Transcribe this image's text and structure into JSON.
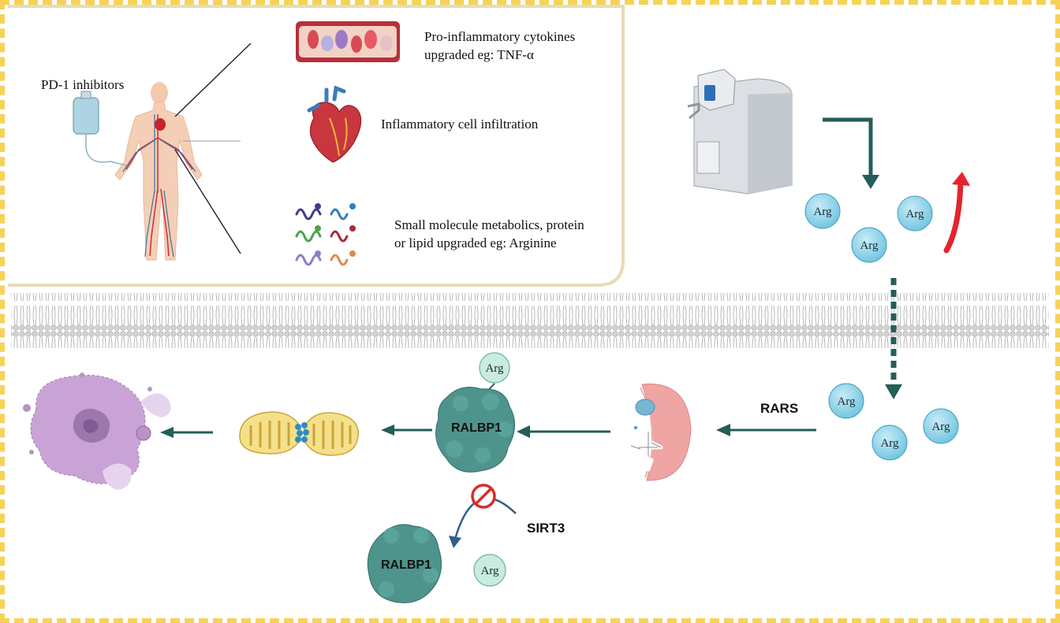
{
  "panel": {
    "pd1_label": "PD-1 inhibitors",
    "cytokines_line1": "Pro-inflammatory cytokines",
    "cytokines_line2": "upgraded eg: TNF-α",
    "infiltration_label": "Inflammatory cell infiltration",
    "metabolics_line1": "Small molecule metabolics, protein",
    "metabolics_line2": "or lipid upgraded eg: Arginine"
  },
  "arg_label": "Arg",
  "enzyme_label": "RARS",
  "protein_label": "RALBP1",
  "sirt3_label": "SIRT3",
  "colors": {
    "border": "#f7d256",
    "arrow": "#235e58",
    "arg_fill": "#8fd3e8",
    "protein": "#4e948c",
    "up_arrow": "#e5232f"
  }
}
